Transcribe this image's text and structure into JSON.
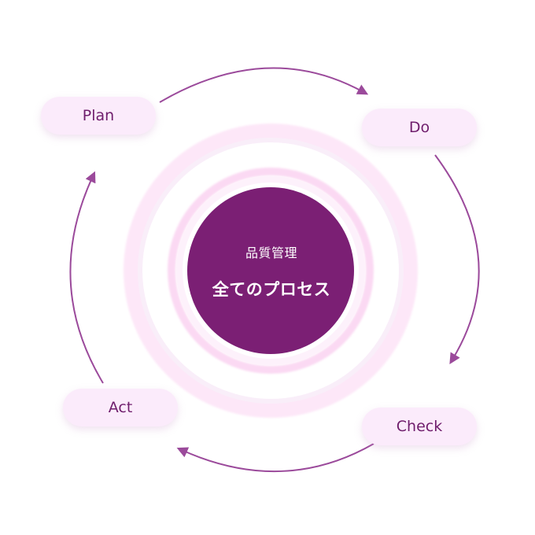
{
  "center": {
    "subtitle": "品質管理",
    "title": "全てのプロセス"
  },
  "cycle": {
    "steps": [
      {
        "label": "Plan"
      },
      {
        "label": "Do"
      },
      {
        "label": "Check"
      },
      {
        "label": "Act"
      }
    ]
  },
  "colors": {
    "primary": "#7b1f74",
    "arrow": "#9b4a9b",
    "pill_fill": "#fbebfb",
    "pill_text": "#6f1d6c",
    "ring": "#f7dcf3"
  }
}
